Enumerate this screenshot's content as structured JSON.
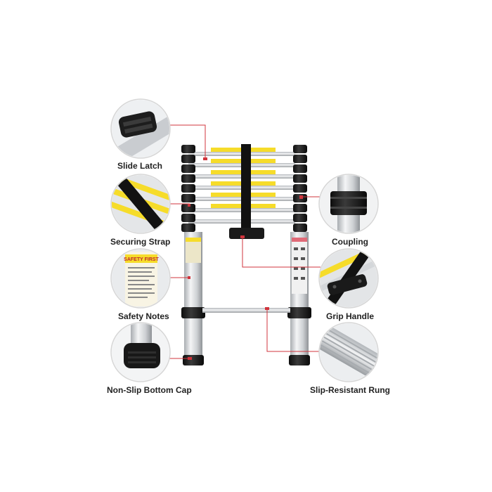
{
  "callouts": {
    "slide_latch": "Slide Latch",
    "securing_strap": "Securing Strap",
    "safety_notes": "Safety Notes",
    "non_slip_bottom_cap": "Non-Slip Bottom Cap",
    "coupling": "Coupling",
    "grip_handle": "Grip Handle",
    "slip_resistant_rung": "Slip-Resistant Rung"
  },
  "sticker_text": {
    "safety_first": "SAFETY FIRST"
  },
  "colors": {
    "leader_line": "#d0343c",
    "label_text": "#222222",
    "sticker_yellow": "#f6dc2a",
    "ladder_black": "#1c1c1c",
    "aluminium": "#d9dcdf"
  }
}
